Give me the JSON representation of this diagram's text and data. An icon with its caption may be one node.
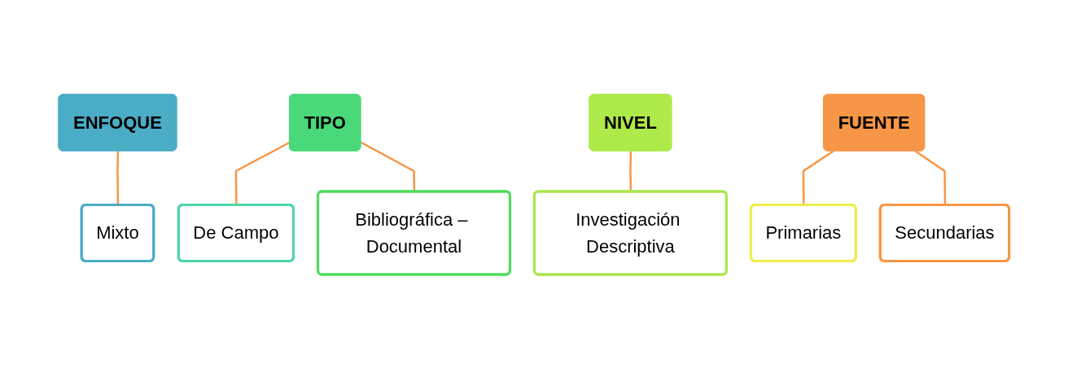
{
  "diagram": {
    "nodes": [
      {
        "text": [
          "ENFOQUE"
        ]
      },
      {
        "text": [
          "Mixto"
        ]
      },
      {
        "text": [
          "TIPO"
        ]
      },
      {
        "text": [
          "De Campo"
        ]
      },
      {
        "text": [
          "Bibliográfica – Documental"
        ]
      },
      {
        "text": [
          "NIVEL"
        ]
      },
      {
        "text": [
          "Investigación Descriptiva"
        ]
      },
      {
        "text": [
          "FUENTE"
        ]
      },
      {
        "text": [
          "Primarias"
        ]
      },
      {
        "text": [
          "Secundarias"
        ]
      }
    ],
    "edges": [
      {
        "from": 0,
        "to": 1,
        "arrow": "none"
      },
      {
        "from": 2,
        "to": 3,
        "arrow": "none"
      },
      {
        "from": 2,
        "to": 4,
        "arrow": "none"
      },
      {
        "from": 5,
        "to": 6,
        "arrow": "none"
      },
      {
        "from": 7,
        "to": 8,
        "arrow": "none"
      },
      {
        "from": 7,
        "to": 9,
        "arrow": "none"
      }
    ]
  }
}
